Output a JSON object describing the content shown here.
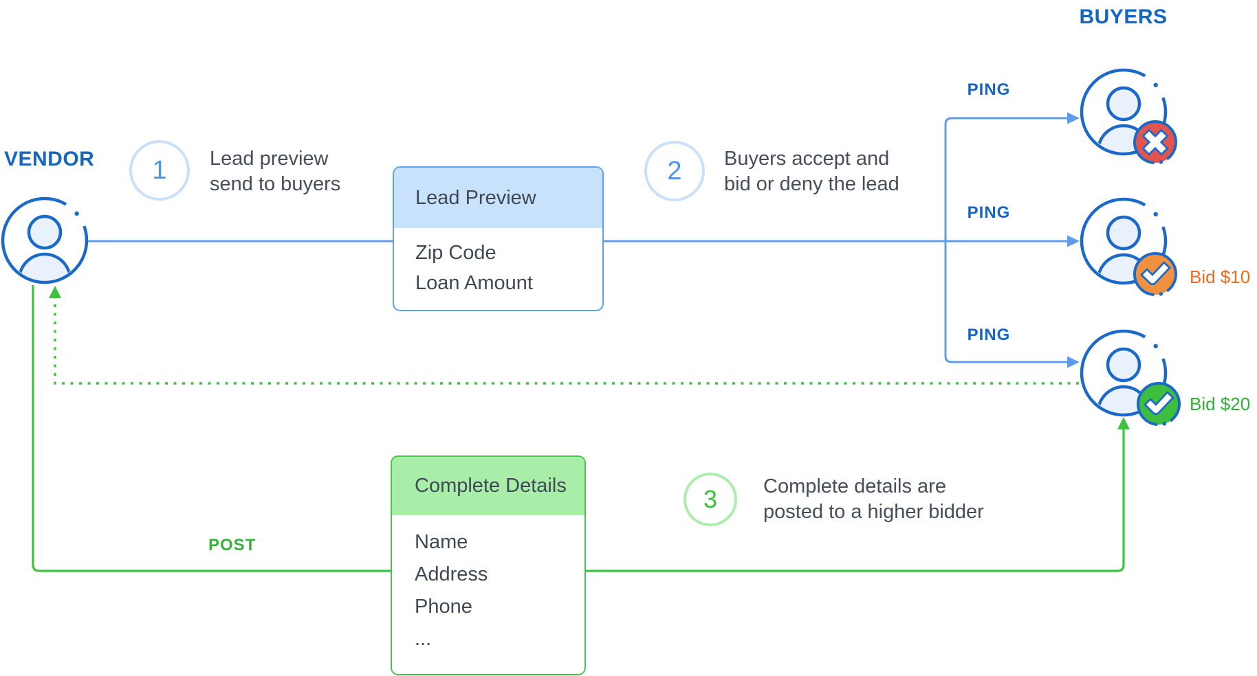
{
  "vendor": {
    "label": "VENDOR"
  },
  "buyers_title": "BUYERS",
  "buyers": [
    {
      "ping_label": "PING",
      "status": "denied"
    },
    {
      "ping_label": "PING",
      "status": "accepted",
      "bid": "Bid $10"
    },
    {
      "ping_label": "PING",
      "status": "accepted",
      "bid": "Bid $20"
    }
  ],
  "steps": [
    {
      "number": "1",
      "line1": "Lead preview",
      "line2": "send to buyers"
    },
    {
      "number": "2",
      "line1": "Buyers accept and",
      "line2": "bid or deny the lead"
    },
    {
      "number": "3",
      "line1": "Complete details are",
      "line2": "posted to a higher bidder"
    }
  ],
  "lead_preview_card": {
    "title": "Lead Preview",
    "fields": [
      "Zip Code",
      "Loan Amount"
    ]
  },
  "complete_details_card": {
    "title": "Complete Details",
    "fields": [
      "Name",
      "Address",
      "Phone",
      "..."
    ]
  },
  "post_label": "POST",
  "colors": {
    "icon_blue": "#1B69C9",
    "label_blue": "#1565C3",
    "line_light_blue": "#5D9CEC",
    "pale_blue_fill": "#E9F2FC",
    "card_blue_header": "#C9E2FB",
    "card_blue_border": "#5FA0EC",
    "line_green": "#3FC23F",
    "text_green": "#2FB039",
    "card_green_header": "#A8EDA8",
    "card_green_border": "#43C747",
    "badge_red": "#E2544E",
    "badge_orange": "#F0913F",
    "badge_green": "#3DBE3D",
    "bid_orange_text": "#EC6B1F",
    "dark_text": "#454E5A",
    "step_blue_number": "#4D94E8",
    "step_blue_ring": "#C9E0F8",
    "step_green_number": "#3CC13C",
    "step_green_ring": "#ABEDAB"
  }
}
